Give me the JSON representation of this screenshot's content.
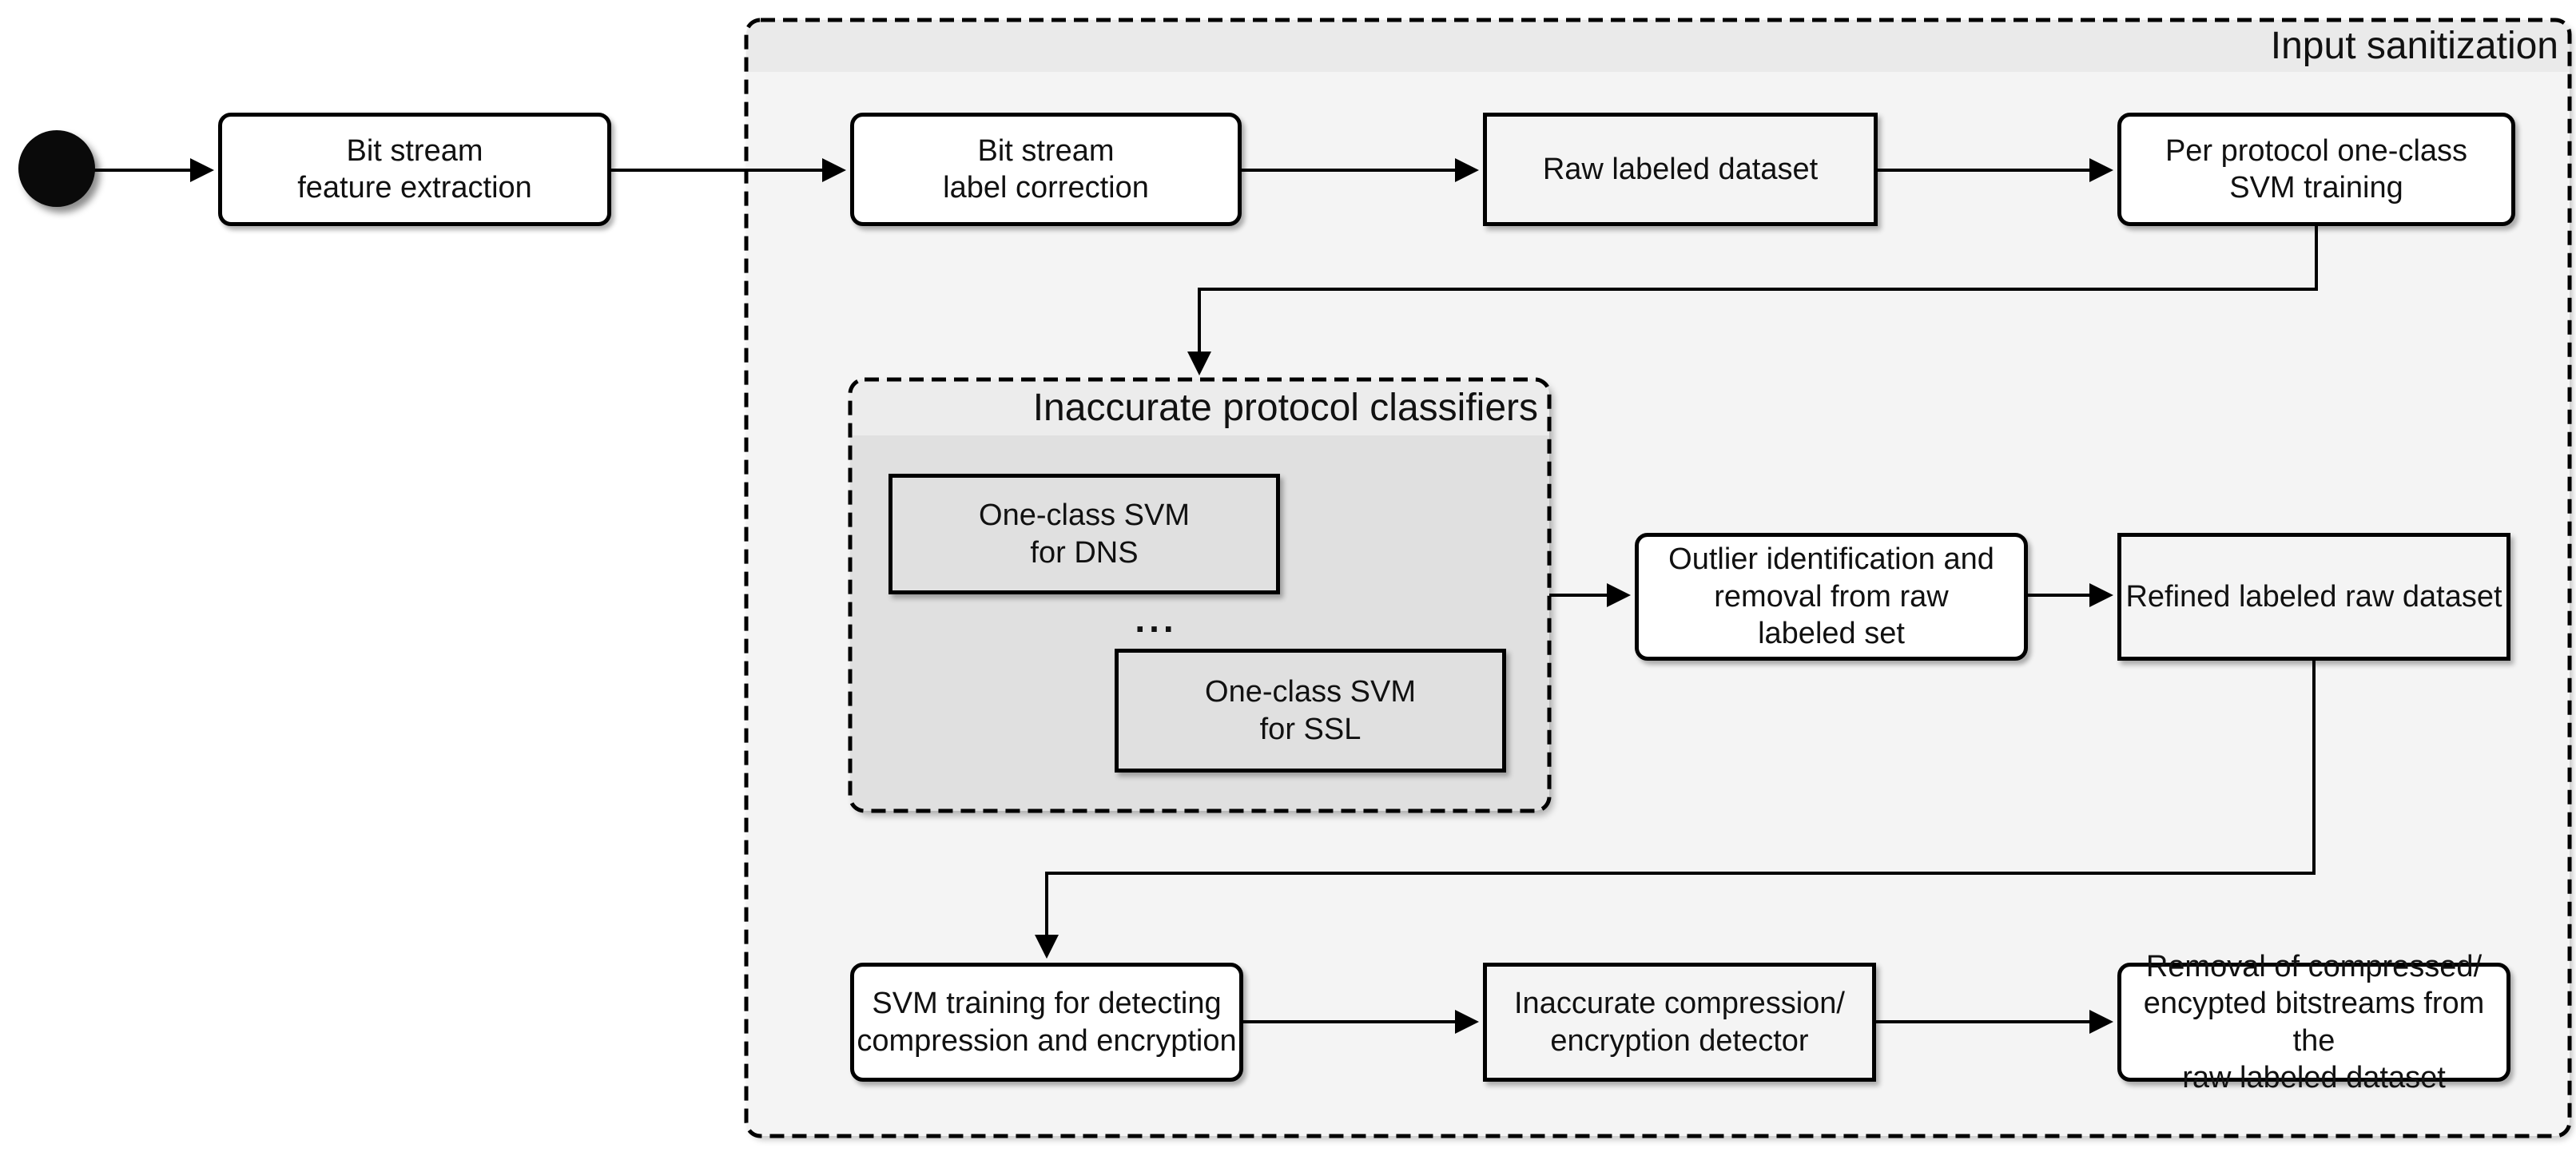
{
  "frames": {
    "outer": {
      "title": "Input sanitization"
    },
    "inner": {
      "title": "Inaccurate protocol classifiers"
    }
  },
  "ellipsis": "...",
  "nodes": {
    "feature_extraction": {
      "label": "Bit stream\nfeature extraction"
    },
    "label_correction": {
      "label": "Bit stream\nlabel correction"
    },
    "raw_dataset": {
      "label": "Raw labeled dataset"
    },
    "per_protocol_svm": {
      "label": "Per protocol one-class\nSVM training"
    },
    "svm_dns": {
      "label": "One-class SVM\nfor DNS"
    },
    "svm_ssl": {
      "label": "One-class SVM\nfor SSL"
    },
    "outlier_removal": {
      "label": "Outlier identification and\nremoval from raw\nlabeled set"
    },
    "refined_dataset": {
      "label": "Refined labeled raw dataset"
    },
    "compression_training": {
      "label": "SVM training for detecting\ncompression and encryption"
    },
    "compression_detector": {
      "label": "Inaccurate compression/\nencryption detector"
    },
    "removal_compressed": {
      "label": "Removal of compressed/\nencypted bitstreams from the\nraw labeled dataset"
    }
  },
  "colors": {
    "background": "#ffffff",
    "outer_frame_fill": "#f4f4f4",
    "outer_frame_titlebar": "#eaeaea",
    "inner_frame_fill": "#e0e0e0",
    "inner_frame_titlebar": "#ececec",
    "node_fill": "#ffffff",
    "line": "#000000",
    "text": "#111111"
  }
}
